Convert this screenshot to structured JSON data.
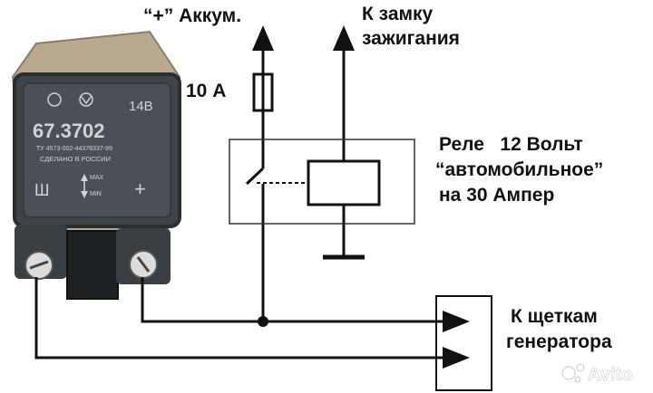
{
  "labels": {
    "battery_plus": "“+” Аккум.",
    "ignition_line1": "К замку",
    "ignition_line2": "зажигания",
    "fuse": "10 А",
    "relay_line1": "Реле   12 Вольт",
    "relay_line2": "“автомобильное”",
    "relay_line3": "на 30 Ампер",
    "brushes_line1": "К щеткам",
    "brushes_line2": "генератора"
  },
  "regulator": {
    "model": "67.3702",
    "voltage": "14В",
    "spec": "ТУ 4573-002-44378337-99",
    "made_in": "СДЕЛАНО В РОССИИ",
    "max": "MAX",
    "min": "MIN",
    "terminal_sh": "Ш",
    "terminal_plus": "+"
  },
  "watermark": {
    "text": "Avito"
  },
  "colors": {
    "line": "#111111",
    "body": "#3f4448",
    "body_edge": "#2a2e31",
    "plate": "#b9a98f",
    "background": "#ffffff"
  }
}
